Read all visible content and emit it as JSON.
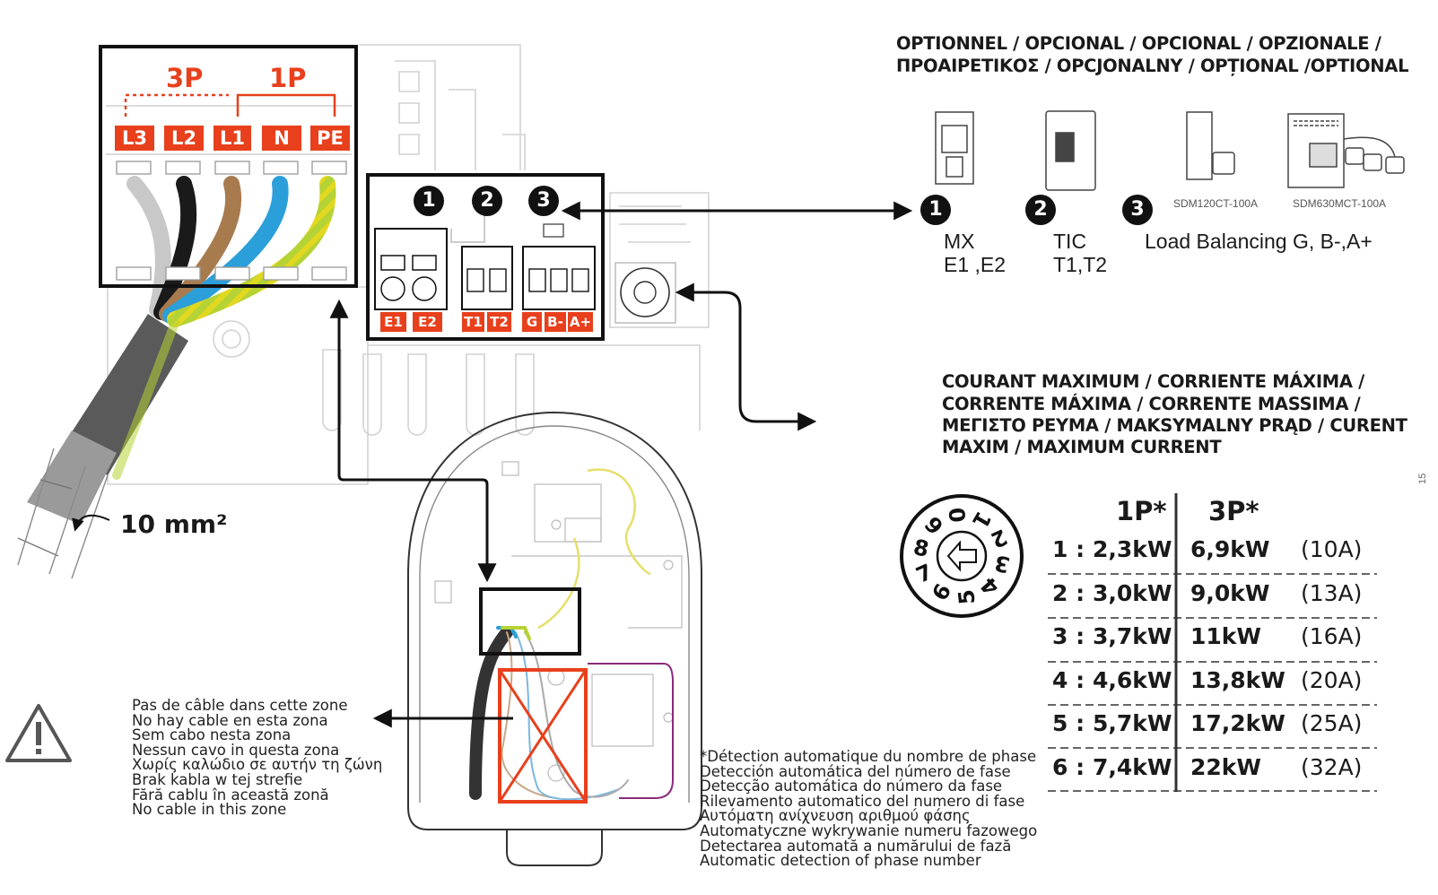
{
  "terminal_block": {
    "label_3p": "3P",
    "label_1p": "1P",
    "terminals": [
      "L3",
      "L2",
      "L1",
      "N",
      "PE"
    ]
  },
  "cable_section": "10 mm²",
  "control_block": {
    "numbers": [
      "1",
      "2",
      "3"
    ],
    "terminals": [
      "E1",
      "E2",
      "T1",
      "T2",
      "G",
      "B-",
      "A+"
    ]
  },
  "optional": {
    "header_line1": "OPTIONNEL / OPCIONAL / OPCIONAL / OPZIONALE /",
    "header_line2": "ΠΡΟΑΙΡΕΤΙΚΟΣ / OPCJONALNY / OPȚIONAL /OPTIONAL",
    "items": [
      {
        "number": "1",
        "name": "MX",
        "terminals": "E1 ,E2"
      },
      {
        "number": "2",
        "name": "TIC",
        "terminals": "T1,T2"
      },
      {
        "number": "3",
        "name": "Load Balancing G, B-,A+"
      }
    ],
    "meter_labels": [
      "SDM120CT-100A",
      "SDM630MCT-100A"
    ]
  },
  "max_current": {
    "header_lines": [
      "COURANT MAXIMUM / CORRIENTE MÁXIMA /",
      "CORRENTE MÁXIMA / CORRENTE MASSIMA /",
      "ΜΕΓΙΣΤΟ ΡΕΥΜΑ / MAKSYMALNY PRĄD / CURENT",
      "MAXIM / MAXIMUM CURRENT"
    ],
    "dial_digits": [
      "1",
      "2",
      "3",
      "4",
      "5",
      "6",
      "7",
      "8",
      "9",
      "0"
    ],
    "col_1p": "1P*",
    "col_3p": "3P*",
    "rows": [
      {
        "pos": "1 :",
        "p1": "2,3kW",
        "p3": "6,9kW",
        "amps": "(10A)"
      },
      {
        "pos": "2 :",
        "p1": "3,0kW",
        "p3": "9,0kW",
        "amps": "(13A)"
      },
      {
        "pos": "3 :",
        "p1": "3,7kW",
        "p3": "11kW",
        "amps": "(16A)"
      },
      {
        "pos": "4 :",
        "p1": "4,6kW",
        "p3": "13,8kW",
        "amps": "(20A)"
      },
      {
        "pos": "5 :",
        "p1": "5,7kW",
        "p3": "17,2kW",
        "amps": "(25A)"
      },
      {
        "pos": "6 :",
        "p1": "7,4kW",
        "p3": "22kW",
        "amps": "(32A)"
      }
    ]
  },
  "no_cable_zone": [
    "Pas de câble dans cette zone",
    "No hay cable en esta zona",
    "Sem cabo nesta zona",
    "Nessun cavo in questa zona",
    "Χωρίς καλώδιο σε αυτήν τη ζώνη",
    "Brak kabla w tej strefie",
    "Fără cablu în această zonă",
    "No cable in this zone"
  ],
  "phase_detection": [
    "*Détection automatique du nombre de phase",
    "Detección automática del número de fase",
    "Detecção automática do número da fase",
    "Rilevamento automatico del numero di fase",
    "Αυτόματη ανίχνευση αριθμού φάσης",
    "Automatyczne wykrywanie numeru fazowego",
    "Detectarea automată a numărului de fază",
    "Automatic detection of phase number"
  ],
  "page_number": "15",
  "colors": {
    "accent": "#e8401c",
    "wire_grey": "#c8c8c8",
    "wire_black": "#1a1a1a",
    "wire_brown": "#a87b4f",
    "wire_blue": "#2b9fd9",
    "wire_pe": "#b5d334"
  }
}
